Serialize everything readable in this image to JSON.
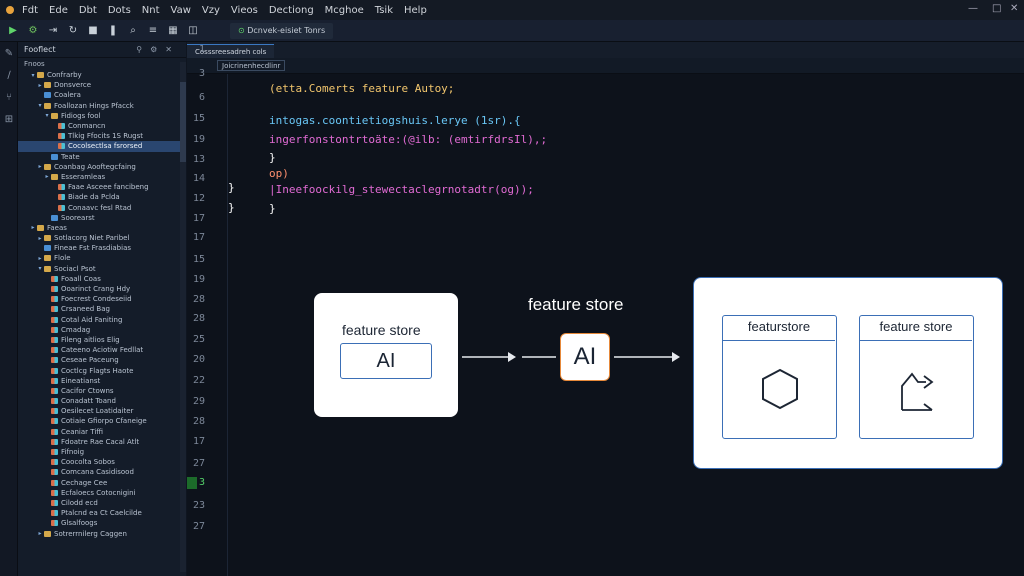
{
  "menubar": {
    "items": [
      "Fdt",
      "Ede",
      "Dbt",
      "Dots",
      "Nnt",
      "Vaw",
      "Vzy",
      "Vieos",
      "Dectiong",
      "Mcghoe",
      "Tsik",
      "Help"
    ]
  },
  "toolbar": {
    "run_tab": "Dcnvek-eisiet Tonrs"
  },
  "sidebar": {
    "title": "Fooflect",
    "subtitle": "Fnoos",
    "items": [
      {
        "label": "Confrarby",
        "indent": 1,
        "kind": "folder",
        "open": true
      },
      {
        "label": "Donsverce",
        "indent": 2,
        "kind": "folder",
        "open": false
      },
      {
        "label": "Coalera",
        "indent": 2,
        "kind": "file",
        "open": false
      },
      {
        "label": "Foallozan Hings Pfacck",
        "indent": 2,
        "kind": "folder",
        "open": true
      },
      {
        "label": "Fidiogs fool",
        "indent": 3,
        "kind": "folder",
        "open": true
      },
      {
        "label": "Conmancn",
        "indent": 4,
        "kind": "mix",
        "open": false
      },
      {
        "label": "Tlkig Ffocits 1S Rugst",
        "indent": 4,
        "kind": "mix",
        "open": false
      },
      {
        "label": "Cocolsectlsa fsrorsed",
        "indent": 4,
        "kind": "mix",
        "open": false,
        "selected": true
      },
      {
        "label": "Teate",
        "indent": 3,
        "kind": "file",
        "open": false
      },
      {
        "label": "Coanbag Aooftegcfaing",
        "indent": 2,
        "kind": "folder",
        "open": false
      },
      {
        "label": "Esseramleas",
        "indent": 3,
        "kind": "folder",
        "open": false
      },
      {
        "label": "Faae Asceee fancibeng",
        "indent": 4,
        "kind": "mix",
        "open": false
      },
      {
        "label": "Biade da Pclda",
        "indent": 4,
        "kind": "mix",
        "open": false
      },
      {
        "label": "Conaavc fesl Rtad",
        "indent": 4,
        "kind": "mix",
        "open": false
      },
      {
        "label": "Soorearst",
        "indent": 3,
        "kind": "file",
        "open": false
      },
      {
        "label": "Faeas",
        "indent": 1,
        "kind": "folder",
        "open": false
      },
      {
        "label": "Sotlacorg Niet Paribel",
        "indent": 2,
        "kind": "folder",
        "open": false
      },
      {
        "label": "Fineae Fst Frasdiabias",
        "indent": 2,
        "kind": "file",
        "open": false
      },
      {
        "label": "Flole",
        "indent": 2,
        "kind": "folder",
        "open": false
      },
      {
        "label": "Sociacl Psot",
        "indent": 2,
        "kind": "folder",
        "open": true
      },
      {
        "label": "Foaall Coas",
        "indent": 3,
        "kind": "mix",
        "open": false
      },
      {
        "label": "Ooarinct Crang Hdy",
        "indent": 3,
        "kind": "mix",
        "open": false
      },
      {
        "label": "Foecrest Condeseiid",
        "indent": 3,
        "kind": "mix",
        "open": false
      },
      {
        "label": "Crsaneed Bag",
        "indent": 3,
        "kind": "mix",
        "open": false
      },
      {
        "label": "Cotal Aid Faniting",
        "indent": 3,
        "kind": "mix",
        "open": false
      },
      {
        "label": "Cmadag",
        "indent": 3,
        "kind": "mix",
        "open": false
      },
      {
        "label": "Fileng aitlios Elig",
        "indent": 3,
        "kind": "mix",
        "open": false
      },
      {
        "label": "Cateeno Aciotiw Fedllat",
        "indent": 3,
        "kind": "mix",
        "open": false
      },
      {
        "label": "Ceseae Paceung",
        "indent": 3,
        "kind": "mix",
        "open": false
      },
      {
        "label": "Coctlcg Flagts Haote",
        "indent": 3,
        "kind": "mix",
        "open": false
      },
      {
        "label": "Eineatianst",
        "indent": 3,
        "kind": "mix",
        "open": false
      },
      {
        "label": "Cacifor Ctowns",
        "indent": 3,
        "kind": "mix",
        "open": false
      },
      {
        "label": "Conadatt Toand",
        "indent": 3,
        "kind": "mix",
        "open": false
      },
      {
        "label": "Oesilecet Loatidaiter",
        "indent": 3,
        "kind": "mix",
        "open": false
      },
      {
        "label": "Cotiaie Gfiorpo Cfaneige",
        "indent": 3,
        "kind": "mix",
        "open": false
      },
      {
        "label": "Ceaniar Tiffi",
        "indent": 3,
        "kind": "mix",
        "open": false
      },
      {
        "label": "Fdoatre Rae Cacal Atlt",
        "indent": 3,
        "kind": "mix",
        "open": false
      },
      {
        "label": "Fifnoig",
        "indent": 3,
        "kind": "mix",
        "open": false
      },
      {
        "label": "Coocolta Sobos",
        "indent": 3,
        "kind": "mix",
        "open": false
      },
      {
        "label": "Comcana Casidisood",
        "indent": 3,
        "kind": "mix",
        "open": false
      },
      {
        "label": "Cechage Cee",
        "indent": 3,
        "kind": "mix",
        "open": false
      },
      {
        "label": "Ecfaloecs Cotocnigini",
        "indent": 3,
        "kind": "mix",
        "open": false
      },
      {
        "label": "Cilodd ecd",
        "indent": 3,
        "kind": "mix",
        "open": false
      },
      {
        "label": "Ptalcnd ea Ct Caelcilde",
        "indent": 3,
        "kind": "mix",
        "open": false
      },
      {
        "label": "Glsalfoogs",
        "indent": 3,
        "kind": "mix",
        "open": false
      },
      {
        "label": "Sotrerrnilerg Caggen",
        "indent": 2,
        "kind": "folder",
        "open": false
      }
    ]
  },
  "editor": {
    "tab": "Cosssreesadreh cols",
    "breadcrumb": "Joicrinenhecdlinr",
    "line_numbers": [
      "1",
      "3",
      "6",
      "15",
      "19",
      "13",
      "14",
      "12",
      "17",
      "17",
      "15",
      "19",
      "28",
      "28",
      "25",
      "20",
      "22",
      "29",
      "28",
      "17",
      "27",
      "3",
      "23",
      "27"
    ],
    "active_line": "3",
    "code": [
      {
        "text": "(etta.Comerts feature Autoy;",
        "color": "k1",
        "row": 0
      },
      {
        "text": "intogas.coontietiogshuis.lerye (1sr).{",
        "color": "k3",
        "row": 2
      },
      {
        "text": "ingerfonstontrtoäte:(@ilb: (emtirfdrsIl),;",
        "color": "k2",
        "row": 3
      },
      {
        "text": "}",
        "color": "k4",
        "row": 4
      },
      {
        "text": "op)",
        "color": "k6",
        "row": 5
      },
      {
        "text": "|Ineefoockilg_stewectaclegrnotadtr(og));",
        "color": "k2",
        "row": 6
      },
      {
        "text": "}",
        "color": "k4",
        "row": 7
      }
    ],
    "stray_braces": [
      "}",
      "}"
    ]
  },
  "diagram": {
    "left_card_title": "feature store",
    "left_card_box": "AI",
    "middle_title": "feature store",
    "middle_box": "AI",
    "right_card_left_title": "featurstore",
    "right_card_right_title": "feature store",
    "shape_left": "hexagon",
    "shape_right": "arrow-outline",
    "accent_blue": "#3b6fb6",
    "accent_orange": "#e6893a"
  }
}
